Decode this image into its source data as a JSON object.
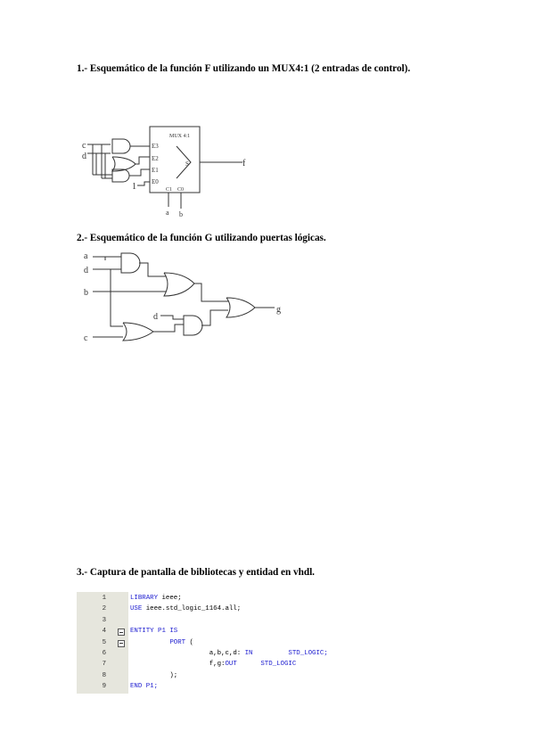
{
  "section1": {
    "heading": "1.- Esquemático de la función F utilizando un MUX4:1 (2 entradas de control)."
  },
  "schematic1": {
    "inputs": [
      "c",
      "d"
    ],
    "mux_title": "MUX 4:1",
    "data_inputs": [
      "E3",
      "E2",
      "E1",
      "E0"
    ],
    "output_pin": "S",
    "const_one": "1",
    "control_pins": [
      "C1",
      "C0"
    ],
    "controls": [
      "a",
      "b"
    ],
    "output": "f"
  },
  "section2": {
    "heading": "2.- Esquemático de la función G utilizando puertas lógicas."
  },
  "schematic2": {
    "inputs": [
      "a",
      "d",
      "b",
      "c"
    ],
    "inner_input": "d",
    "output": "g"
  },
  "section3": {
    "heading": "3.- Captura de pantalla de bibliotecas y entidad en vhdl."
  },
  "code": {
    "lines": [
      {
        "n": "1",
        "pre": "",
        "kw": "LIBRARY",
        "rest": " ieee;"
      },
      {
        "n": "2",
        "pre": "",
        "kw": "USE",
        "rest": " ieee.std_logic_1164.all;"
      },
      {
        "n": "3",
        "pre": "",
        "kw": "",
        "rest": ""
      },
      {
        "n": "4",
        "pre": "",
        "kw": "ENTITY",
        "rest": " P1 IS"
      },
      {
        "n": "5",
        "pre": "          ",
        "kw": "PORT",
        "rest": " ("
      },
      {
        "n": "6",
        "pre": "                    a,b,c,d: ",
        "kw": "IN",
        "rest": "         STD_LOGIC;"
      },
      {
        "n": "7",
        "pre": "                    f,g:",
        "kw": "OUT",
        "rest": "      STD_LOGIC"
      },
      {
        "n": "8",
        "pre": "          ",
        "kw": "",
        "rest": ");"
      },
      {
        "n": "9",
        "pre": "",
        "kw": "END",
        "rest": " P1;"
      }
    ]
  }
}
